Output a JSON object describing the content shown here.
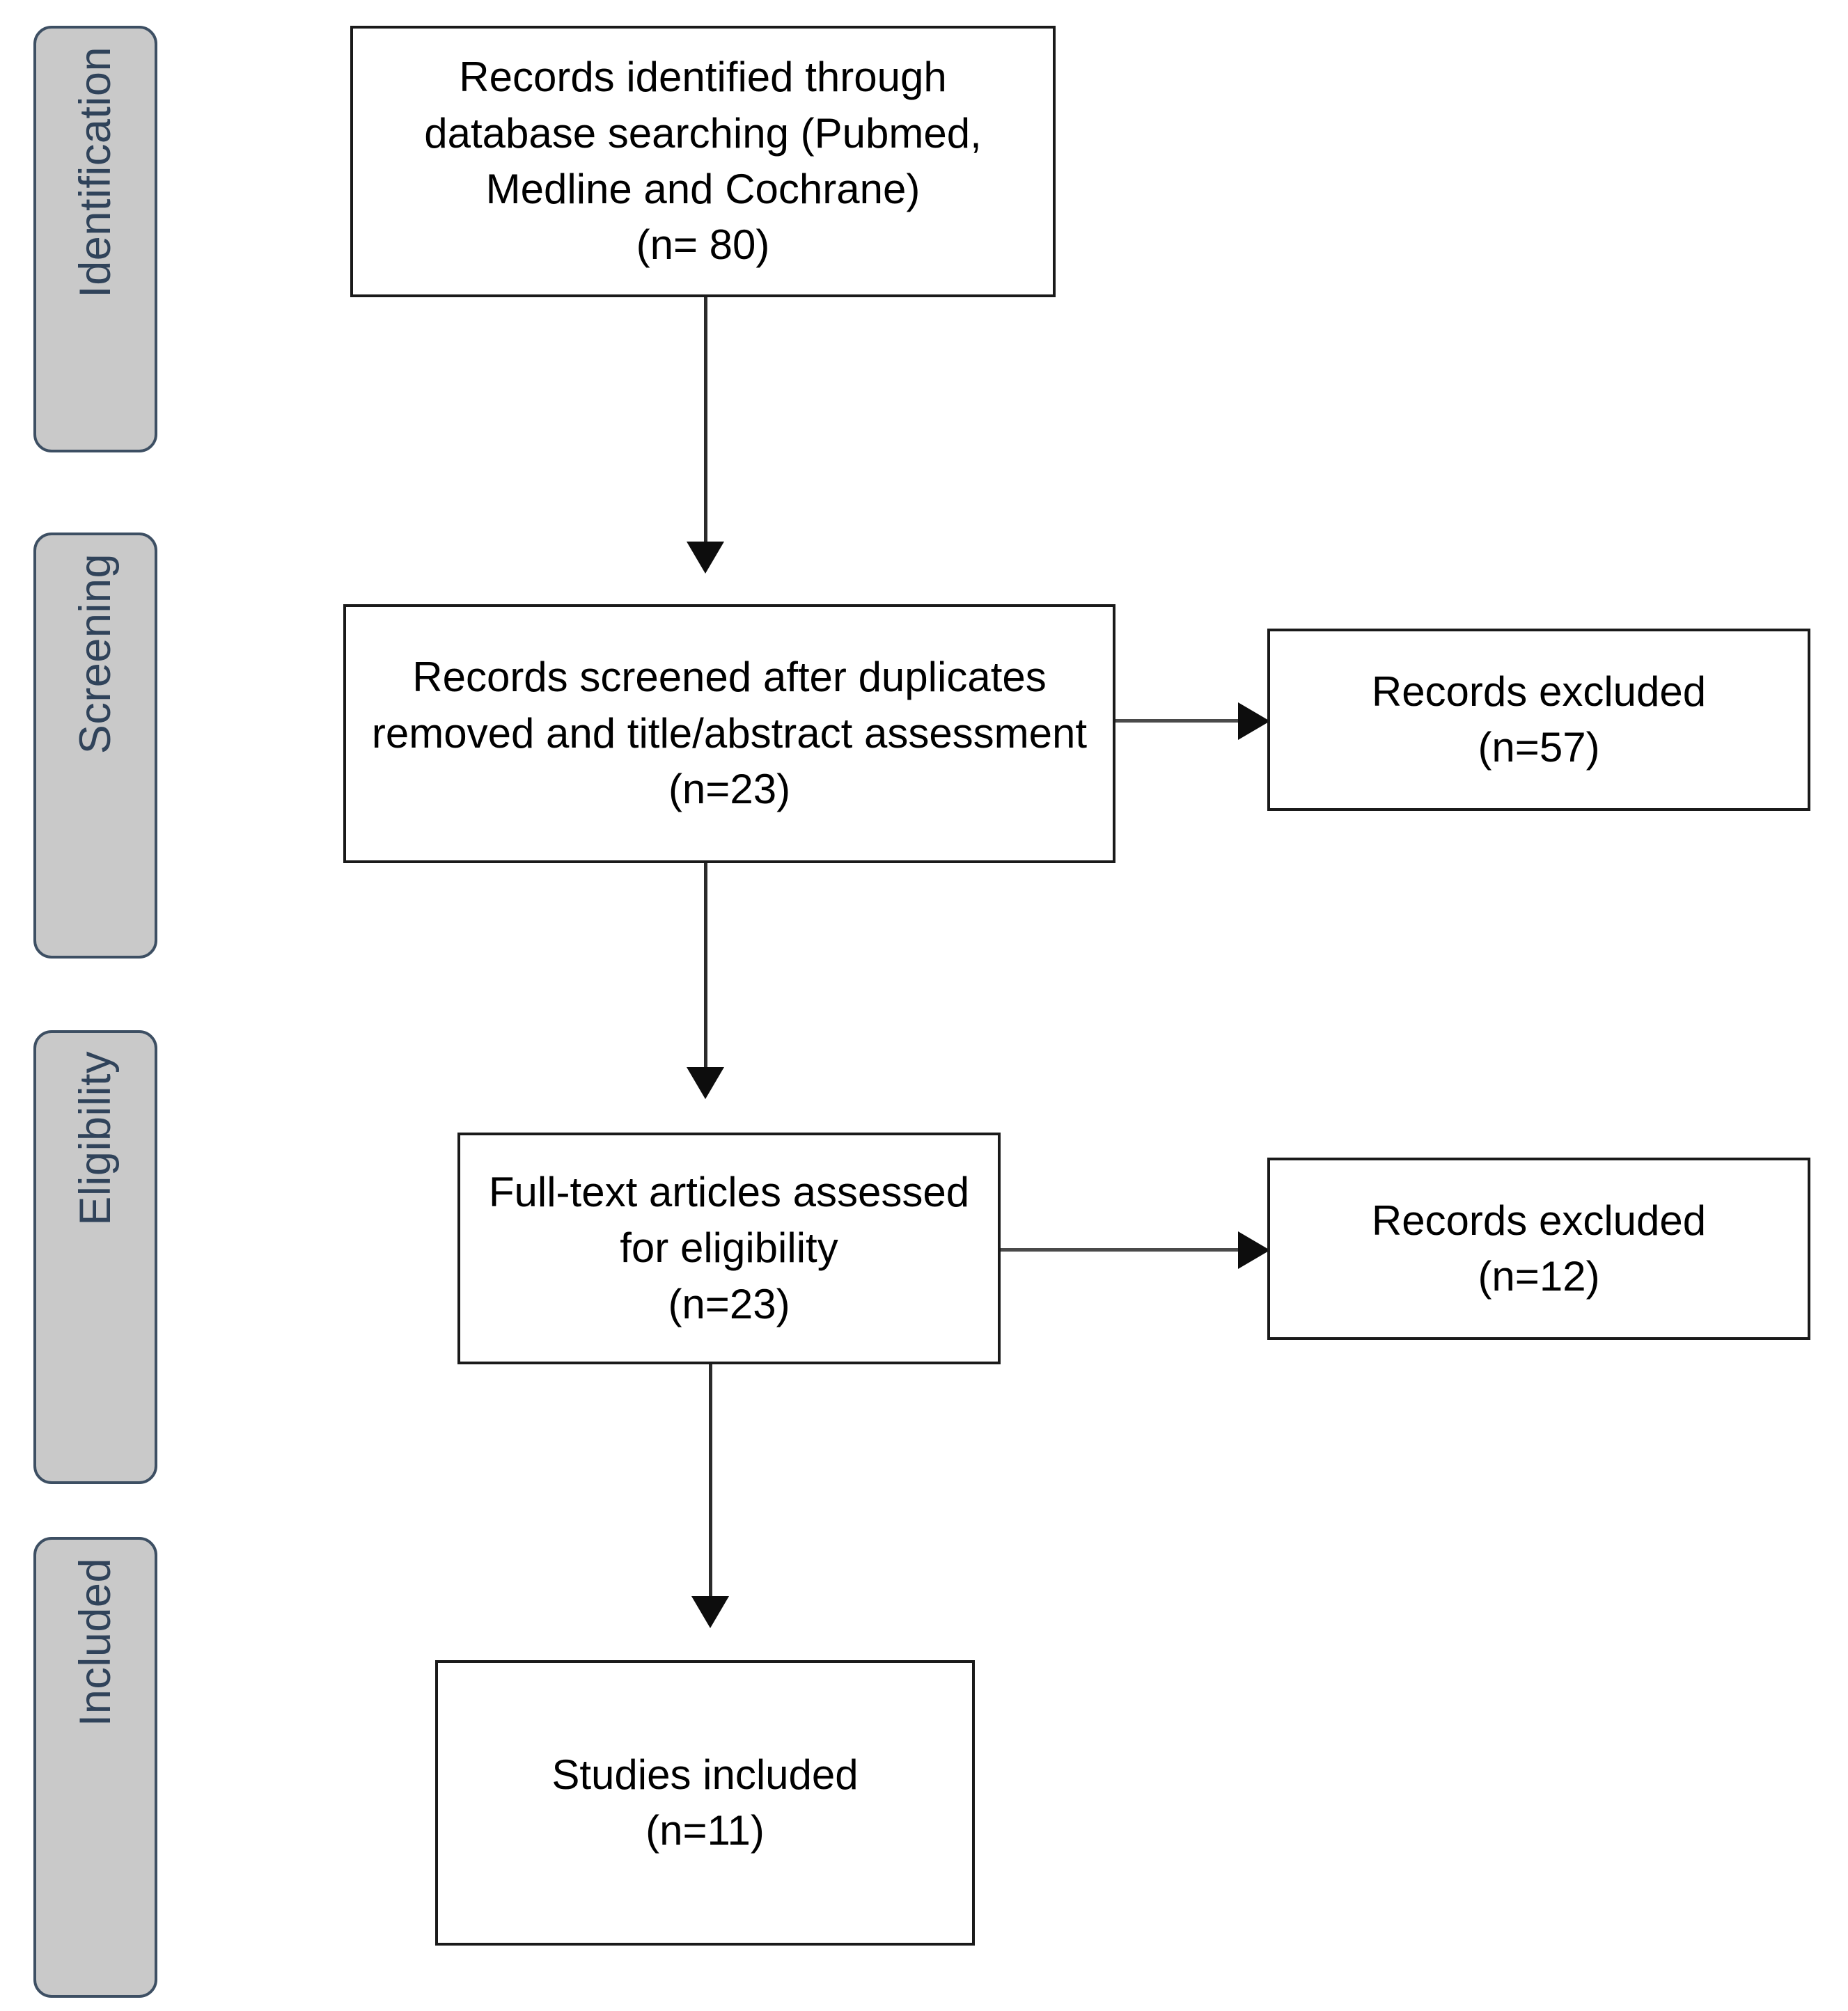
{
  "diagram": {
    "type": "prisma-flow-diagram",
    "title": "PRISMA study selection flow diagram",
    "colors": {
      "stage_pill_fill": "#c9c9c9",
      "stage_pill_border": "#3d4f63",
      "stage_label_text": "#30435a",
      "box_border": "#1a1a1a",
      "box_fill": "#ffffff",
      "box_text": "#000000",
      "connector": "#2b2b2b",
      "background": "#ffffff"
    }
  },
  "stages": [
    {
      "id": "identification",
      "label": "Identification"
    },
    {
      "id": "screening",
      "label": "Screening"
    },
    {
      "id": "eligibility",
      "label": "Eligibility"
    },
    {
      "id": "included",
      "label": "Included"
    }
  ],
  "boxes": {
    "identified": {
      "id": "records-identified",
      "stage": "identification",
      "text": "Records identified through\ndatabase searching (Pubmed,\nMedline and Cochrane)\n(n= 80)",
      "count": 80,
      "count_label": "(n= 80)",
      "sources": [
        "Pubmed",
        "Medline",
        "Cochrane"
      ]
    },
    "screened": {
      "id": "records-screened",
      "stage": "screening",
      "text": "Records screened after duplicates\nremoved and title/abstract assessment\n(n=23)",
      "count": 23,
      "count_label": "(n=23)"
    },
    "excluded_screening": {
      "id": "records-excluded-screening",
      "stage": "screening",
      "text": "Records excluded\n(n=57)",
      "count": 57,
      "count_label": "(n=57)"
    },
    "fulltext": {
      "id": "fulltext-assessed",
      "stage": "eligibility",
      "text": "Full-text articles assessed\nfor eligibility\n(n=23)",
      "count": 23,
      "count_label": "(n=23)"
    },
    "excluded_eligibility": {
      "id": "records-excluded-eligibility",
      "stage": "eligibility",
      "text": "Records excluded\n(n=12)",
      "count": 12,
      "count_label": "(n=12)"
    },
    "included": {
      "id": "studies-included",
      "stage": "included",
      "text": "Studies included\n(n=11)",
      "count": 11,
      "count_label": "(n=11)"
    }
  }
}
